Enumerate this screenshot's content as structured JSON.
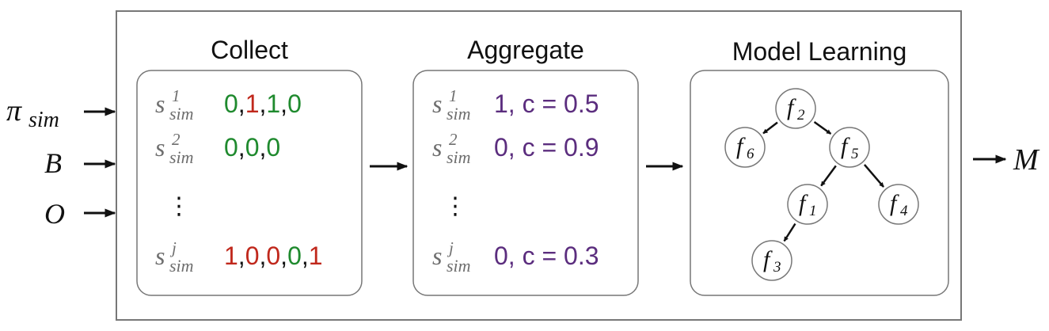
{
  "inputs": [
    {
      "base": "π",
      "sub": "sim"
    },
    {
      "base": "B",
      "sub": ""
    },
    {
      "base": "O",
      "sub": ""
    }
  ],
  "output": {
    "base": "M"
  },
  "panels": {
    "collect": {
      "title": "Collect",
      "rows": [
        {
          "s": "s",
          "sup": "1",
          "sub": "sim",
          "tokens": [
            {
              "t": "0",
              "c": "green"
            },
            {
              "t": ",",
              "c": "black"
            },
            {
              "t": "1",
              "c": "red"
            },
            {
              "t": ",",
              "c": "black"
            },
            {
              "t": "1",
              "c": "green"
            },
            {
              "t": ",",
              "c": "black"
            },
            {
              "t": "0",
              "c": "green"
            }
          ]
        },
        {
          "s": "s",
          "sup": "2",
          "sub": "sim",
          "tokens": [
            {
              "t": "0",
              "c": "green"
            },
            {
              "t": ",",
              "c": "black"
            },
            {
              "t": "0",
              "c": "green"
            },
            {
              "t": ",",
              "c": "black"
            },
            {
              "t": "0",
              "c": "green"
            }
          ]
        },
        {
          "s": "s",
          "sup": "j",
          "sub": "sim",
          "tokens": [
            {
              "t": "1",
              "c": "red"
            },
            {
              "t": ",",
              "c": "black"
            },
            {
              "t": "0",
              "c": "red"
            },
            {
              "t": ",",
              "c": "black"
            },
            {
              "t": "0",
              "c": "red"
            },
            {
              "t": ",",
              "c": "black"
            },
            {
              "t": "0",
              "c": "green"
            },
            {
              "t": ",",
              "c": "black"
            },
            {
              "t": "1",
              "c": "red"
            }
          ]
        }
      ],
      "ellipsis": "⋮"
    },
    "aggregate": {
      "title": "Aggregate",
      "rows": [
        {
          "s": "s",
          "sup": "1",
          "sub": "sim",
          "value": "1, c = 0.5"
        },
        {
          "s": "s",
          "sup": "2",
          "sub": "sim",
          "value": "0, c = 0.9"
        },
        {
          "s": "s",
          "sup": "j",
          "sub": "sim",
          "value": "0, c = 0.3"
        }
      ],
      "ellipsis": "⋮"
    },
    "model": {
      "title": "Model Learning",
      "nodes": [
        {
          "id": "f2",
          "base": "f",
          "sub": "2"
        },
        {
          "id": "f6",
          "base": "f",
          "sub": "6"
        },
        {
          "id": "f5",
          "base": "f",
          "sub": "5"
        },
        {
          "id": "f1",
          "base": "f",
          "sub": "1"
        },
        {
          "id": "f4",
          "base": "f",
          "sub": "4"
        },
        {
          "id": "f3",
          "base": "f",
          "sub": "3"
        }
      ],
      "edges": [
        [
          "f2",
          "f6"
        ],
        [
          "f2",
          "f5"
        ],
        [
          "f5",
          "f1"
        ],
        [
          "f5",
          "f4"
        ],
        [
          "f1",
          "f3"
        ]
      ]
    }
  },
  "colors": {
    "green": "#1f8a2e",
    "red": "#c0281c",
    "purple": "#5b2d7e",
    "gray": "#6e6e6e"
  }
}
